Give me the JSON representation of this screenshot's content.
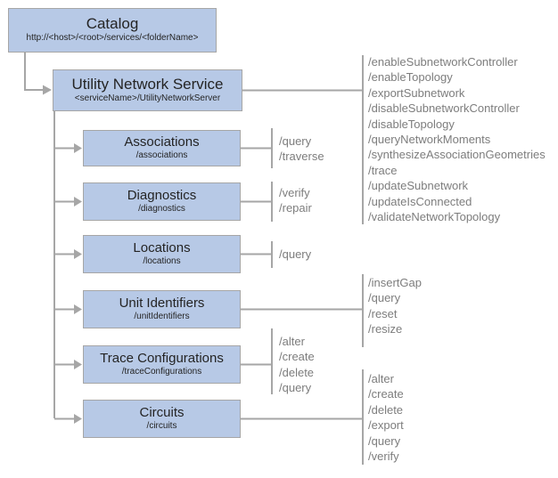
{
  "diagram": {
    "nodes": [
      {
        "id": "catalog",
        "title": "Catalog",
        "subtitle": "http://<host>/<root>/services/<folderName>"
      },
      {
        "id": "utility-network-service",
        "title": "Utility Network Service",
        "subtitle": "<serviceName>/UtilityNetworkServer",
        "operations": [
          "/enableSubnetworkController",
          "/enableTopology",
          "/exportSubnetwork",
          "/disableSubnetworkController",
          "/disableTopology",
          "/queryNetworkMoments",
          "/synthesizeAssociationGeometries",
          "/trace",
          "/updateSubnetwork",
          "/updateIsConnected",
          "/validateNetworkTopology"
        ]
      },
      {
        "id": "associations",
        "title": "Associations",
        "subtitle": "/associations",
        "operations": [
          "/query",
          "/traverse"
        ]
      },
      {
        "id": "diagnostics",
        "title": "Diagnostics",
        "subtitle": "/diagnostics",
        "operations": [
          "/verify",
          "/repair"
        ]
      },
      {
        "id": "locations",
        "title": "Locations",
        "subtitle": "/locations",
        "operations": [
          "/query"
        ]
      },
      {
        "id": "unit-identifiers",
        "title": "Unit Identifiers",
        "subtitle": "/unitIdentifiers",
        "operations": [
          "/insertGap",
          "/query",
          "/reset",
          "/resize"
        ]
      },
      {
        "id": "trace-configurations",
        "title": "Trace Configurations",
        "subtitle": "/traceConfigurations",
        "operations": [
          "/alter",
          "/create",
          "/delete",
          "/query"
        ]
      },
      {
        "id": "circuits",
        "title": "Circuits",
        "subtitle": "/circuits",
        "operations": [
          "/alter",
          "/create",
          "/delete",
          "/export",
          "/query",
          "/verify"
        ]
      }
    ],
    "colors": {
      "box_fill": "#b7c9e6",
      "box_border": "#a6a6a6",
      "connector": "#a6a6a6",
      "operation_text": "#7d7d7d",
      "title_text": "#242424"
    }
  }
}
